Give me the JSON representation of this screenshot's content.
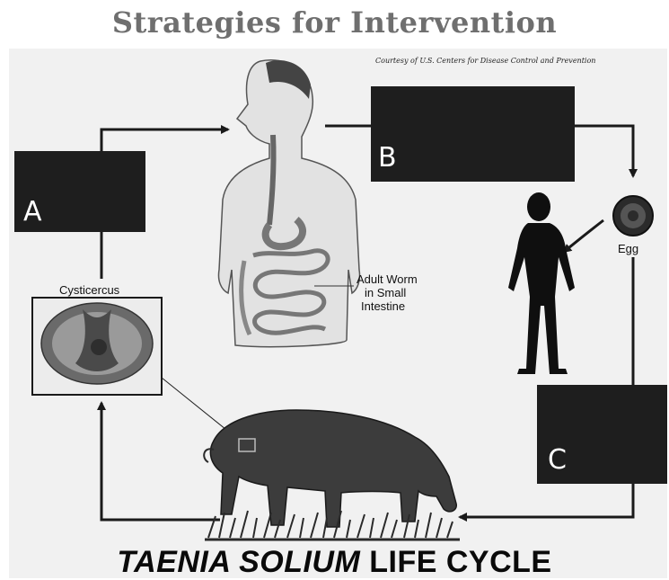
{
  "title": "Strategies for Intervention",
  "credit": "Courtesy of U.S. Centers for Disease Control and Prevention",
  "boxes": [
    {
      "label": "A"
    },
    {
      "label": "B"
    },
    {
      "label": "C"
    }
  ],
  "labels": {
    "cysticercus": "Cysticercus",
    "adult_worm_line1": "Adult Worm",
    "adult_worm_line2": "in Small",
    "adult_worm_line3": "Intestine",
    "egg": "Egg"
  },
  "footer": {
    "part1": "TAENIA SOLIUM",
    "part2": " LIFE CYCLE"
  },
  "colors": {
    "box": "#1e1e1e",
    "panel": "#f1f1f1",
    "title": "#6f6f6f",
    "arrow": "#1a1a1a"
  }
}
